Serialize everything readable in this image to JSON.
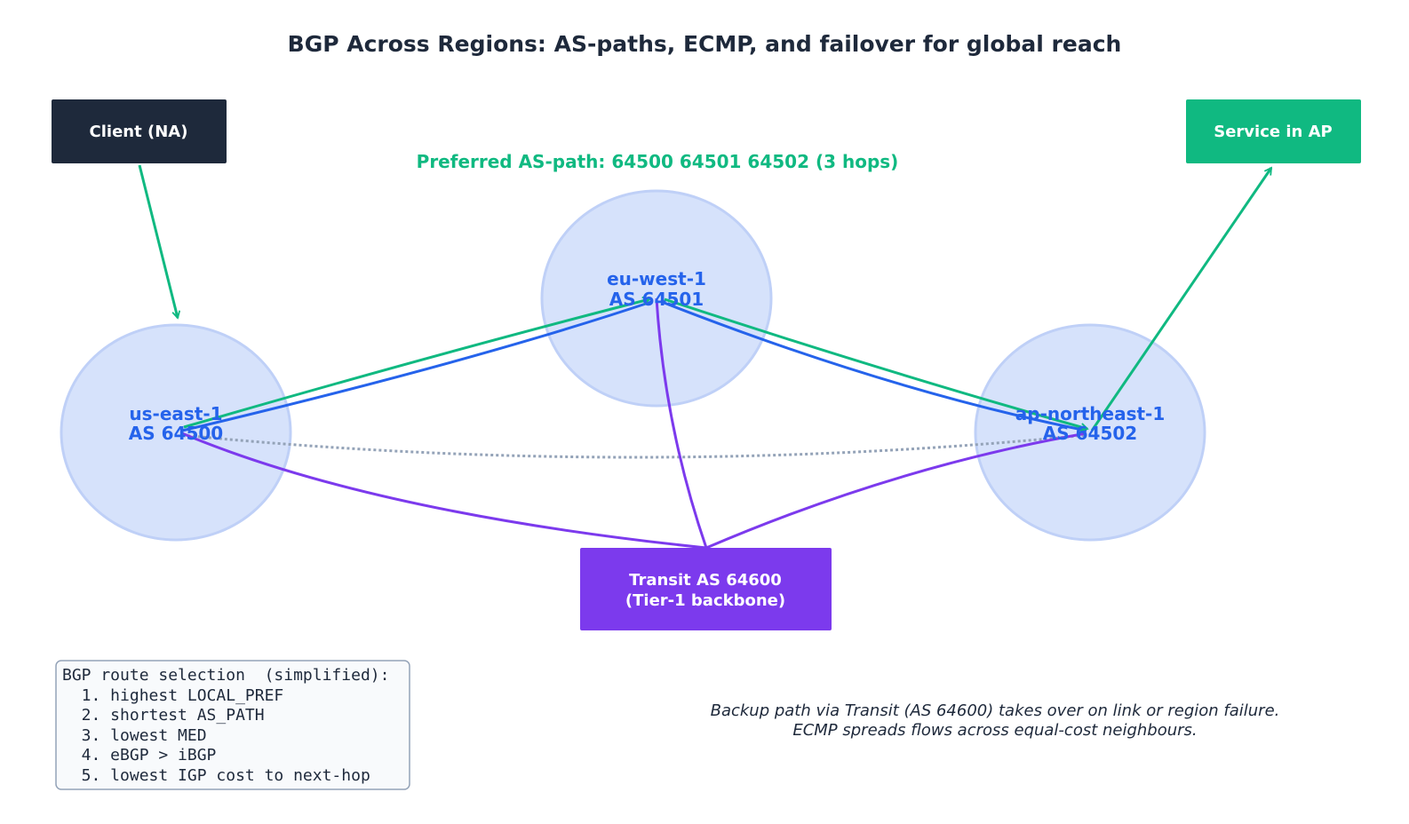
{
  "title": "BGP Across Regions: AS-paths, ECMP, and failover for global reach",
  "client": {
    "label": "Client (NA)"
  },
  "service": {
    "label": "Service in AP"
  },
  "preferred_path": "Preferred AS-path:  64500  64501  64502   (3 hops)",
  "regions": [
    {
      "name": "us-east-1",
      "asn": "AS 64500"
    },
    {
      "name": "eu-west-1",
      "asn": "AS 64501"
    },
    {
      "name": "ap-northeast-1",
      "asn": "AS 64502"
    }
  ],
  "transit": {
    "line1": "Transit  AS 64600",
    "line2": "(Tier-1 backbone)"
  },
  "selection": {
    "heading": "BGP route selection  (simplified):",
    "items": [
      "  1. highest LOCAL_PREF",
      "  2. shortest AS_PATH",
      "  3. lowest MED",
      "  4. eBGP > iBGP",
      "  5. lowest IGP cost to next-hop"
    ]
  },
  "note": {
    "line1": "Backup path via Transit (AS 64600) takes over on link or region failure.",
    "line2": "ECMP spreads flows across equal-cost neighbours."
  },
  "colors": {
    "preferred": "#10b981",
    "peering": "#2563eb",
    "transit": "#7c3aed",
    "backup_dotted": "#94a3b8",
    "region_fill": "#d6e2fb",
    "client_box": "#1e293b"
  }
}
